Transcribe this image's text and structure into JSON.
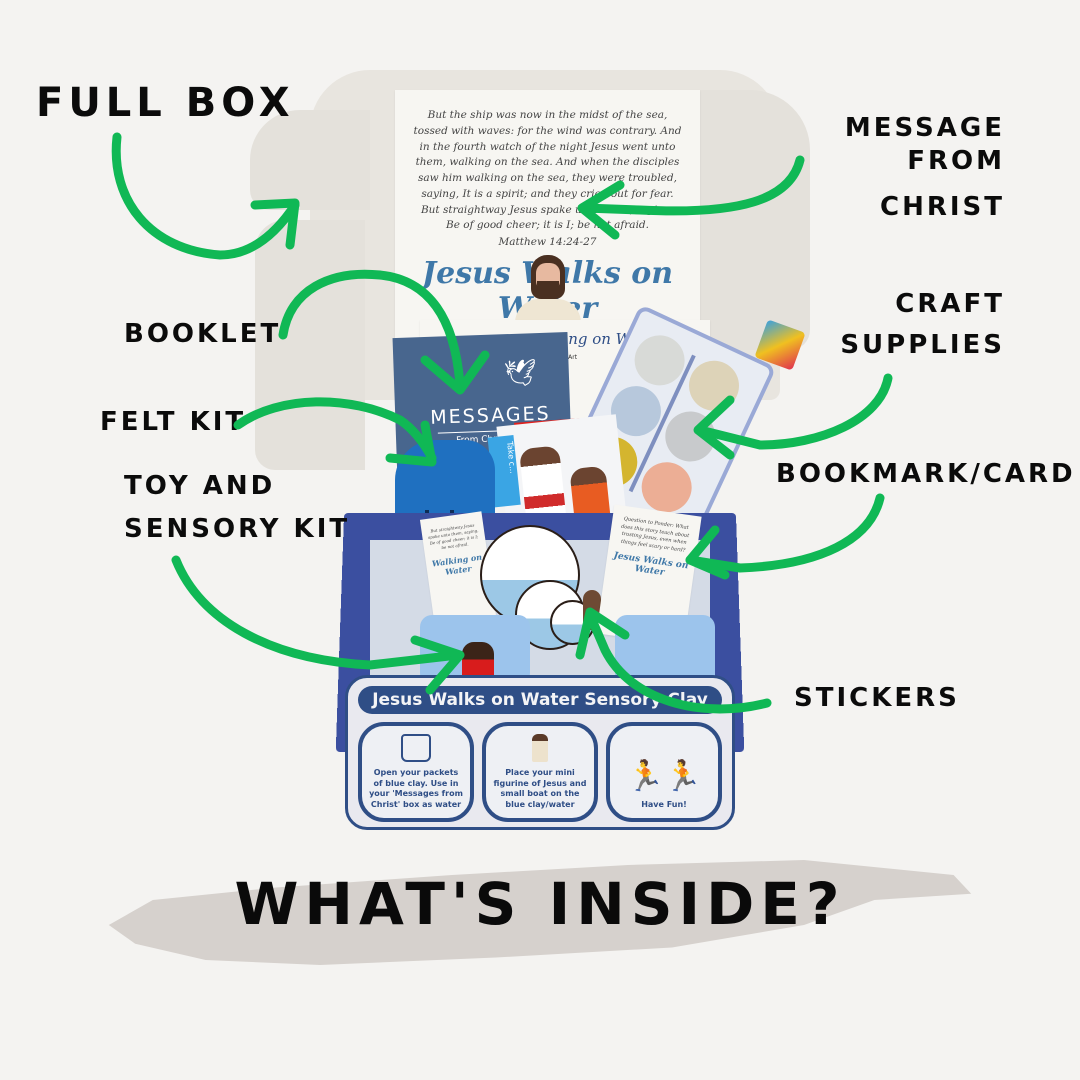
{
  "labels": {
    "full_box": "FULL BOX",
    "message_from_christ_line1": "MESSAGE FROM",
    "message_from_christ_line2": "CHRIST",
    "booklet": "BOOKLET",
    "felt_kit": "FELT KIT",
    "toy_sensory_line1": "TOY AND",
    "toy_sensory_line2": "SENSORY KIT",
    "craft_supplies_line1": "CRAFT",
    "craft_supplies_line2": "SUPPLIES",
    "bookmark_card": "BOOKMARK/CARD",
    "stickers": "STICKERS"
  },
  "headline": "WHAT'S INSIDE?",
  "colors": {
    "background": "#f4f3f1",
    "arrow_green": "#10b855",
    "brush_gray": "#d6d1cd",
    "box_blue": "#3b4fa0",
    "sign_navy": "#2f4e86"
  },
  "message_card": {
    "verse": "But the ship was now in the midst of the sea, tossed with waves: for the wind was contrary. And in the fourth watch of the night Jesus went unto them, walking on the sea. And when the disciples saw him walking on the sea, they were troubled, saying, It is a spirit; and they cried out for fear. But straightway Jesus spake unto them, saying, Be of good cheer; it is I; be not afraid.",
    "reference": "Matthew 14:24-27",
    "title_arc": "Jesus Walks on Water"
  },
  "instruction_sheet": {
    "visible_title": "...king on Water Art)",
    "subtitle": "...Water\" Art"
  },
  "booklet": {
    "title": "MESSAGES",
    "subtitle": "From Christ"
  },
  "bookmark_tag": {
    "text": "But straightway Jesus spake unto them, saying, Be of good cheer; it is I; be not afraid.",
    "title": "Walking on Water"
  },
  "question_card": {
    "text": "Question to Ponder: What does this story teach about trusting Jesus, even when things feel scary or hard?",
    "title": "Jesus Walks on Water"
  },
  "felt_kit": {
    "tab_text": "Take c..."
  },
  "sensory_sign": {
    "title": "Jesus Walks on Water Sensory Clay",
    "steps": [
      {
        "icon": "bag-icon",
        "text": "Open your packets of blue clay. Use in your 'Messages from Christ' box as water"
      },
      {
        "icon": "jesus-figure-icon",
        "text": "Place your mini figurine of Jesus and small boat on the blue clay/water"
      },
      {
        "icon": "children-playing-icon",
        "text": "Have Fun!"
      }
    ]
  }
}
